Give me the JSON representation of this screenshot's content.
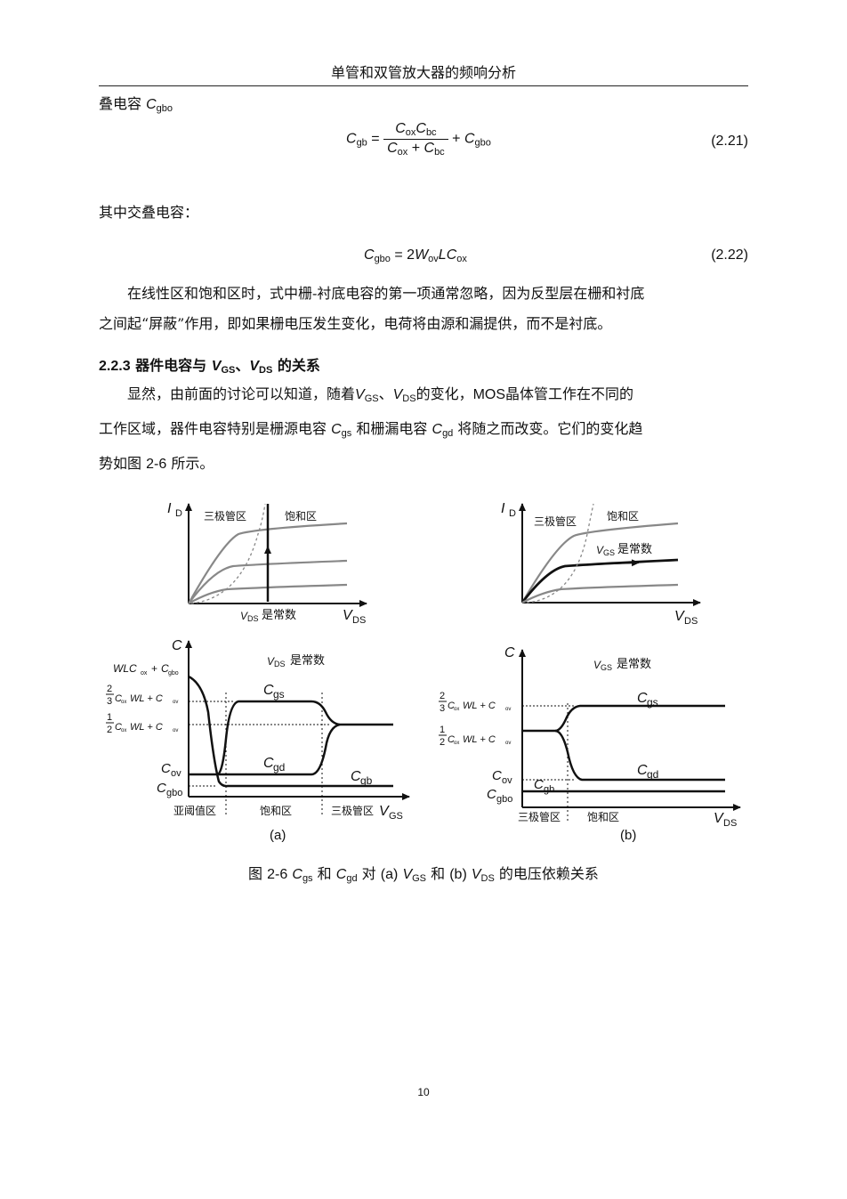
{
  "header": "单管和双管放大器的频响分析",
  "intro_line": "叠电容",
  "intro_symbol": "C",
  "intro_sub": "gbo",
  "eq221": {
    "lhs": "C",
    "lhs_sub": "gb",
    "num_a": "C",
    "num_a_sub": "ox",
    "num_b": "C",
    "num_b_sub": "bc",
    "den_a": "C",
    "den_a_sub": "ox",
    "den_plus": "+",
    "den_b": "C",
    "den_b_sub": "bc",
    "plus": "+",
    "tail": "C",
    "tail_sub": "gbo",
    "number": "(2.21)"
  },
  "para_overlap": "其中交叠电容：",
  "eq222": {
    "lhs": "C",
    "lhs_sub": "gbo",
    "eq": "= 2",
    "w": "W",
    "w_sub": "ov",
    "l": "LC",
    "l_sub": "ox",
    "number": "(2.22)"
  },
  "para1": [
    "在线性区和饱和区时，式中栅-衬底电容的第一项通常忽略，因为反型层在栅和衬底",
    "之间起“屏蔽”作用，即如果栅电压发生变化，电荷将由源和漏提供，而不是衬底。"
  ],
  "section": {
    "num": "2.2.3",
    "t1": "器件电容与",
    "v1": "V",
    "v1_sub": "GS",
    "sep": "、",
    "v2": "V",
    "v2_sub": "DS",
    "t2": "的关系"
  },
  "para2": {
    "l1a": "显然，由前面的讨论可以知道，随着",
    "l1b": "的变化，",
    "l1c": "MOS",
    "l1d": "晶体管工作在不同的",
    "l2a": "工作区域，器件电容特别是栅源电容",
    "l2b": "和栅漏电容",
    "l2c": "将随之而改变。它们的变化趋",
    "l3a": "势如图",
    "l3b": "2-6",
    "l3c": "所示。"
  },
  "fig": {
    "id_label": "I",
    "id_sub": "D",
    "triode": "三极管区",
    "sat": "饱和区",
    "vds_const": "是常数",
    "vgs_const": "是常数",
    "vds": "V",
    "vds_sub": "DS",
    "vgs": "V",
    "vgs_sub": "GS",
    "c_label": "C",
    "wlc": "WLC",
    "wlc_sub1": "ox",
    "wlc_plus": "+",
    "wlc_c": "C",
    "wlc_sub2": "gbo",
    "two": "2",
    "three": "3",
    "one": "1",
    "c_ox_wl": "C",
    "ox": "ox",
    "wl_plus": "WL + C",
    "ov": "ov",
    "cov": "C",
    "cov_sub": "ov",
    "cgbo": "C",
    "cgbo_sub": "gbo",
    "cgs": "C",
    "cgs_sub": "gs",
    "cgd": "C",
    "cgd_sub": "gd",
    "cgb": "C",
    "cgb_sub": "gb",
    "subth": "亚阈值区",
    "label_a": "(a)",
    "label_b": "(b)"
  },
  "caption": {
    "p1": "图",
    "p2": "2-6",
    "p3": "和",
    "p4": "对",
    "p5": "(a)",
    "p6": "和",
    "p7": "(b)",
    "p8": "的电压依赖关系"
  },
  "page_number": "10"
}
